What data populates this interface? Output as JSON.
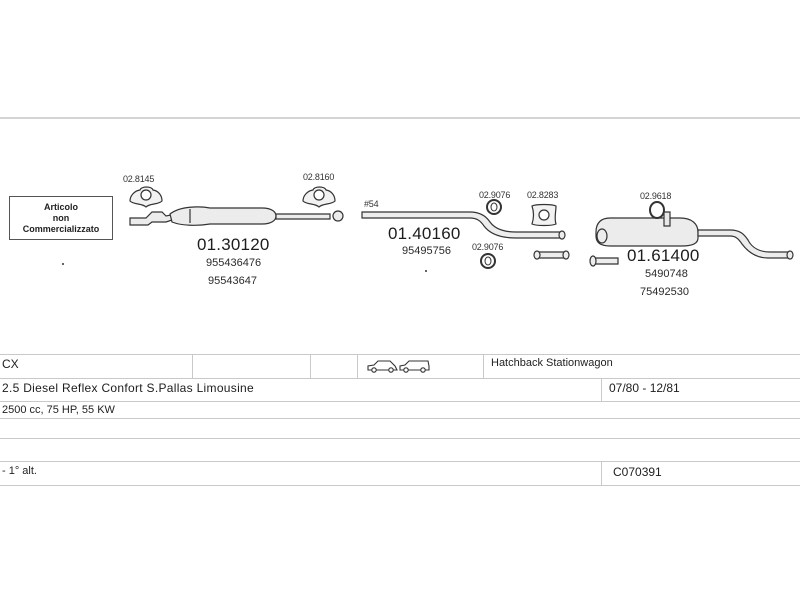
{
  "not_sold_box": {
    "line1": "Articolo",
    "line2": "non",
    "line3": "Commercializzato"
  },
  "parts": {
    "front_silencer": {
      "code": "01.30120",
      "oem1": "955436476",
      "oem2": "95543647"
    },
    "clamp_a": {
      "code": "02.8145"
    },
    "clamp_b": {
      "code": "02.8160"
    },
    "middle_pipe": {
      "code": "01.40160",
      "oem1": "95495756",
      "ref": "#54"
    },
    "ring_a": {
      "code": "02.9076"
    },
    "ring_b": {
      "code": "02.9076"
    },
    "gasket": {
      "code": "02.8283"
    },
    "rear_silencer": {
      "code": "01.61400",
      "oem1": "5490748",
      "oem2": "75492530"
    },
    "rubber_mount": {
      "code": "02.9618"
    }
  },
  "table": {
    "model": "CX",
    "body_types": "Hatchback Stationwagon",
    "version": "2.5 Diesel Reflex Confort S.Pallas Limousine",
    "period": "07/80 - 12/81",
    "engine": "2500 cc, 75 HP, 55 KW",
    "note": "- 1° alt.",
    "kit_code": "C070391"
  }
}
